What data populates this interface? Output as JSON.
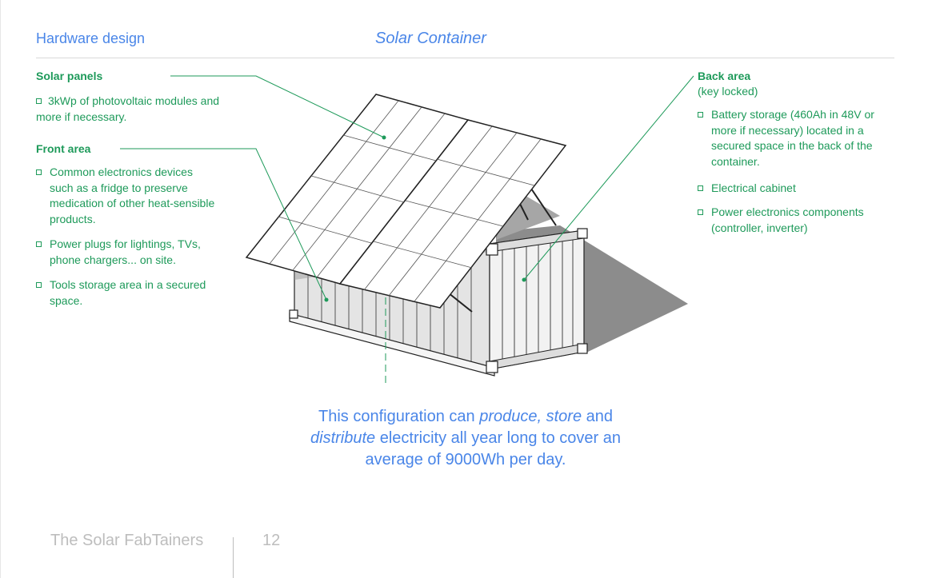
{
  "header": {
    "section": "Hardware design",
    "title": "Solar Container"
  },
  "solar_panels": {
    "heading": "Solar panels",
    "items": [
      "3kWp of photovoltaic modules and more if necessary."
    ]
  },
  "front_area": {
    "heading": "Front area",
    "items": [
      "Common electronics devices such as a fridge to preserve medication of other heat-sensible products.",
      "Power plugs for lightings, TVs, phone chargers... on site.",
      "Tools storage area in a secured space."
    ]
  },
  "back_area": {
    "heading": "Back area",
    "subheading": "(key locked)",
    "items": [
      "Battery storage (460Ah in 48V or more if necessary) located in a secured space in the back of the container.",
      "Electrical cabinet",
      "Power electronics components (controller, inverter)"
    ]
  },
  "summary": {
    "part1": "This configuration can ",
    "em1": "produce, store",
    "part2": " and ",
    "em2": "distribute",
    "part3": " electricity all year long to cover an average of 9000Wh per day."
  },
  "footer": {
    "brand": "The Solar FabTainers",
    "page": "12"
  },
  "colors": {
    "heading_blue": "#4a86e8",
    "annotation_green": "#1e9a5a",
    "footer_gray": "#bdbdbd"
  }
}
